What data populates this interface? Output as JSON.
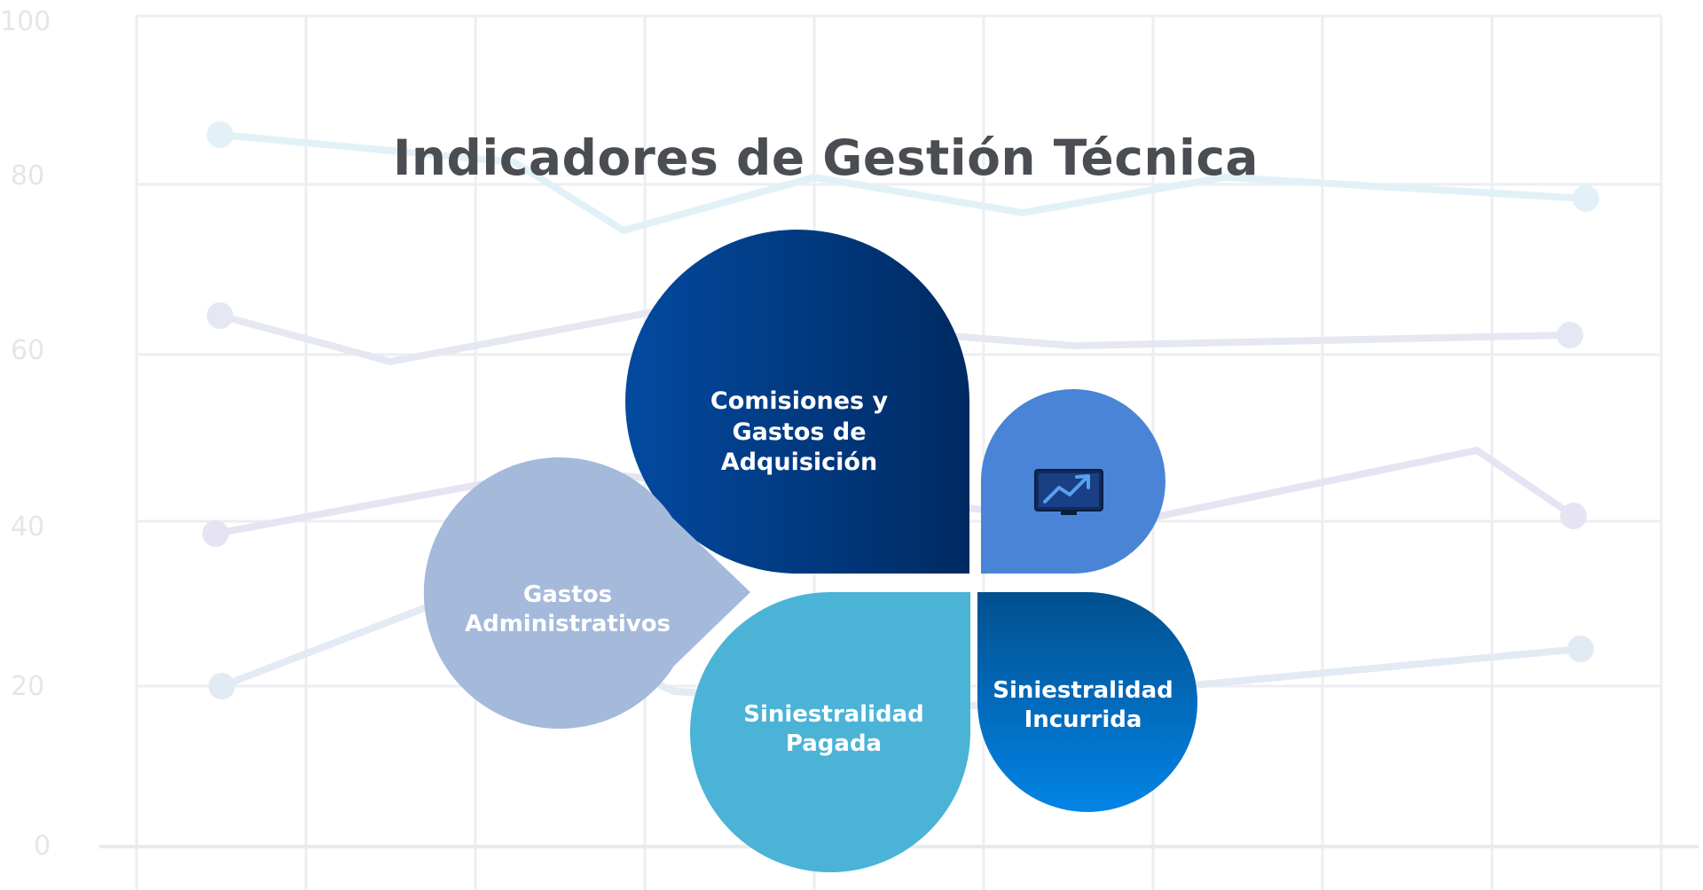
{
  "title": "Indicadores de Gestión Técnica",
  "background_chart": {
    "y_ticks": [
      "100",
      "80",
      "60",
      "40",
      "20",
      "0"
    ],
    "series_colors": [
      "#e2f1f8",
      "#e5e8f2",
      "#e6e4f2",
      "#e2eaf4"
    ]
  },
  "petals": {
    "comisiones": {
      "line1": "Comisiones y",
      "line2": "Gastos de",
      "line3": "Adquisición",
      "colors": [
        "#034aa0",
        "#002a62"
      ]
    },
    "gastos": {
      "line1": "Gastos",
      "line2": "Administrativos",
      "color": "#a5b9da"
    },
    "pagada": {
      "line1": "Siniestralidad",
      "line2": "Pagada",
      "color": "#4ab3d6"
    },
    "incurrida": {
      "line1": "Siniestralidad",
      "line2": "Incurrida",
      "colors": [
        "#02508f",
        "#0284e6"
      ]
    },
    "icon_petal": {
      "color": "#4a84d6",
      "icon": "trend-chart-icon"
    }
  }
}
